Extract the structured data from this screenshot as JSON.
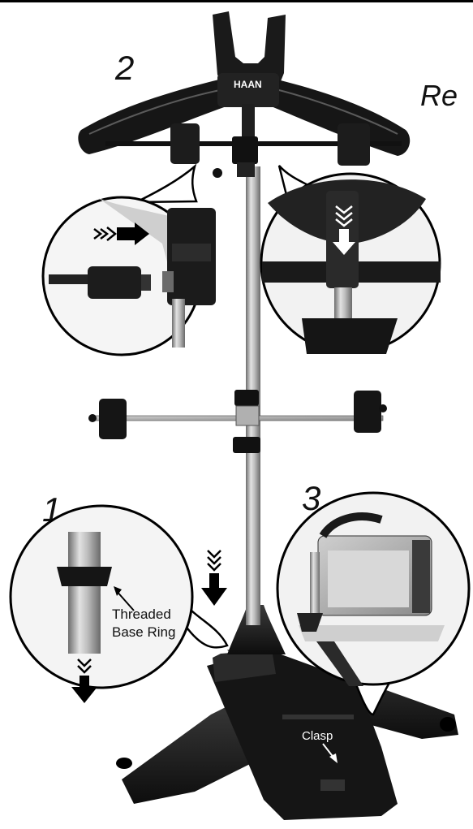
{
  "steps": {
    "one": "1",
    "two": "2",
    "three": "3"
  },
  "partial_title": "Re",
  "brand": "HAAN",
  "callouts": {
    "threaded_line1": "Threaded",
    "threaded_line2": "Base Ring",
    "clasp": "Clasp"
  }
}
